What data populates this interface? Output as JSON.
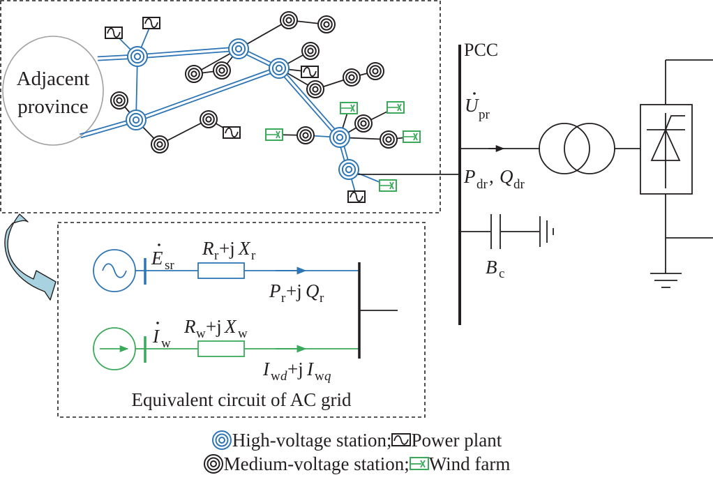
{
  "colors": {
    "hv_blue": "#2e75b6",
    "wind_green": "#3aaa5a",
    "black": "#231f20",
    "province_gray": "#a0a0a0",
    "arrow_fill": "#a9d2e0"
  },
  "network": {
    "adjacent_region": {
      "line1": "Adjacent",
      "line2": "province"
    },
    "high_voltage_stations": [
      {
        "id": "H1"
      },
      {
        "id": "H2"
      },
      {
        "id": "H3"
      },
      {
        "id": "H4"
      },
      {
        "id": "H5"
      },
      {
        "id": "H6"
      }
    ],
    "medium_voltage_stations": [
      {
        "id": "M1"
      },
      {
        "id": "M2"
      },
      {
        "id": "M3"
      },
      {
        "id": "M4"
      },
      {
        "id": "M5"
      },
      {
        "id": "M6"
      },
      {
        "id": "M7"
      },
      {
        "id": "M8"
      },
      {
        "id": "M9"
      },
      {
        "id": "M10"
      },
      {
        "id": "M11"
      },
      {
        "id": "M12"
      },
      {
        "id": "M13"
      },
      {
        "id": "M14"
      }
    ],
    "power_plants": [
      {
        "id": "P1"
      },
      {
        "id": "P2"
      },
      {
        "id": "P3"
      },
      {
        "id": "P4"
      },
      {
        "id": "P5"
      }
    ],
    "wind_farms": [
      {
        "id": "W1"
      },
      {
        "id": "W2"
      },
      {
        "id": "W3"
      },
      {
        "id": "W4"
      },
      {
        "id": "W5"
      }
    ]
  },
  "pcc": {
    "label": "PCC",
    "voltage": {
      "main": "U",
      "sub": "pr"
    },
    "power": {
      "p_main": "P",
      "p_sub": "dr",
      "sep": ", ",
      "q_main": "Q",
      "q_sub": "dr"
    },
    "capacitor": {
      "main": "B",
      "sub": "c"
    }
  },
  "equivalent_circuit": {
    "title": "Equivalent circuit of AC grid",
    "source_voltage": {
      "main": "E",
      "sub": "sr"
    },
    "r_impedance": {
      "r": "R",
      "r_sub": "r",
      "plus": "+j",
      "x": "X",
      "x_sub": "r"
    },
    "r_power": {
      "p": "P",
      "p_sub": "r",
      "plus": "+j",
      "q": "Q",
      "q_sub": "r"
    },
    "wind_current": {
      "main": "I",
      "sub": "w"
    },
    "w_impedance": {
      "r": "R",
      "r_sub": "w",
      "plus": "+j",
      "x": "X",
      "x_sub": "w"
    },
    "w_current": {
      "d": "I",
      "d_sub1": "w",
      "d_sub2": "d",
      "plus": "+j",
      "q": "I",
      "q_sub1": "w",
      "q_sub2": "q"
    }
  },
  "legend": {
    "items": [
      {
        "icon": "high-voltage-station-icon",
        "label": "High-voltage station;"
      },
      {
        "icon": "power-plant-icon",
        "label": "Power plant"
      },
      {
        "icon": "medium-voltage-station-icon",
        "label": "Medium-voltage station;"
      },
      {
        "icon": "wind-farm-icon",
        "label": "Wind farm"
      }
    ]
  }
}
